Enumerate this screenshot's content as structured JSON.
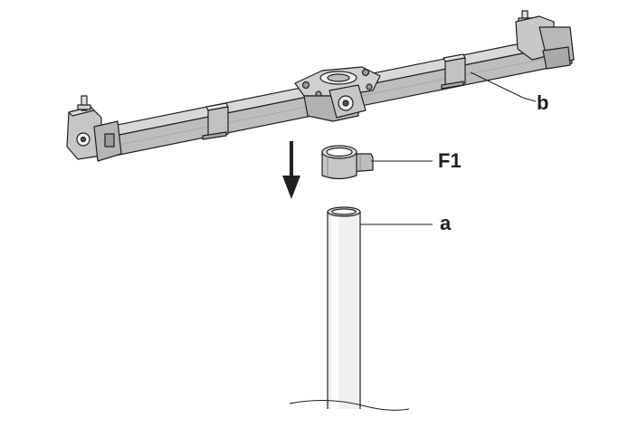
{
  "labels": {
    "b": "b",
    "f1": "F1",
    "a": "a"
  },
  "colors": {
    "line": "#231f20",
    "bar_fill": "#bebebe",
    "bar_light": "#d6d6d6",
    "bar_dark": "#9a9a9a",
    "pole_fill": "#ececec",
    "clamp_fill": "#c4c4c4",
    "background": "#ffffff"
  },
  "icons": {
    "direction": "down-arrow-icon"
  }
}
